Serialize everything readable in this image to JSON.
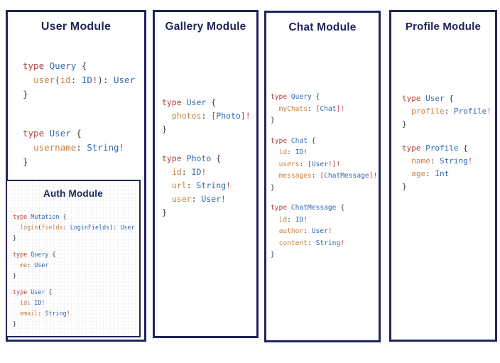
{
  "colors": {
    "navy": "#20255a",
    "keyword": "#b2413c",
    "type": "#3069af",
    "field": "#c9813e",
    "punct": "#3f3f3f",
    "bracket": "#b2413c"
  },
  "modules": {
    "user": {
      "title": "User Module",
      "blocks": [
        [
          [
            [
              "k",
              "type"
            ],
            [
              "p",
              " "
            ],
            [
              "t",
              "Query"
            ],
            [
              "p",
              " {"
            ]
          ],
          [
            [
              "p",
              "  "
            ],
            [
              "f",
              "user"
            ],
            [
              "p",
              "("
            ],
            [
              "f",
              "id"
            ],
            [
              "p",
              ": "
            ],
            [
              "t",
              "ID"
            ],
            [
              "b",
              "!"
            ],
            [
              "p",
              "): "
            ],
            [
              "t",
              "User"
            ]
          ],
          [
            [
              "p",
              "}"
            ]
          ]
        ],
        [
          [
            [
              "k",
              "type"
            ],
            [
              "p",
              " "
            ],
            [
              "t",
              "User"
            ],
            [
              "p",
              " {"
            ]
          ],
          [
            [
              "p",
              "  "
            ],
            [
              "f",
              "username"
            ],
            [
              "p",
              ": "
            ],
            [
              "t",
              "String"
            ],
            [
              "b",
              "!"
            ]
          ],
          [
            [
              "p",
              "}"
            ]
          ]
        ]
      ]
    },
    "auth": {
      "title": "Auth Module",
      "blocks": [
        [
          [
            [
              "k",
              "type"
            ],
            [
              "p",
              " "
            ],
            [
              "t",
              "Mutation"
            ],
            [
              "p",
              " {"
            ]
          ],
          [
            [
              "p",
              "  "
            ],
            [
              "f",
              "login"
            ],
            [
              "p",
              "("
            ],
            [
              "f",
              "fields"
            ],
            [
              "p",
              ": "
            ],
            [
              "t",
              "LoginFields"
            ],
            [
              "p",
              "): "
            ],
            [
              "t",
              "User"
            ]
          ],
          [
            [
              "p",
              "}"
            ]
          ]
        ],
        [
          [
            [
              "k",
              "type"
            ],
            [
              "p",
              " "
            ],
            [
              "t",
              "Query"
            ],
            [
              "p",
              " {"
            ]
          ],
          [
            [
              "p",
              "  "
            ],
            [
              "f",
              "me"
            ],
            [
              "p",
              ": "
            ],
            [
              "t",
              "User"
            ]
          ],
          [
            [
              "p",
              "}"
            ]
          ]
        ],
        [
          [
            [
              "k",
              "type"
            ],
            [
              "p",
              " "
            ],
            [
              "t",
              "User"
            ],
            [
              "p",
              " {"
            ]
          ],
          [
            [
              "p",
              "  "
            ],
            [
              "f",
              "id"
            ],
            [
              "p",
              ": "
            ],
            [
              "t",
              "ID"
            ],
            [
              "b",
              "!"
            ]
          ],
          [
            [
              "p",
              "  "
            ],
            [
              "f",
              "email"
            ],
            [
              "p",
              ": "
            ],
            [
              "t",
              "String"
            ],
            [
              "b",
              "!"
            ]
          ],
          [
            [
              "p",
              "}"
            ]
          ]
        ]
      ]
    },
    "gallery": {
      "title": "Gallery Module",
      "blocks": [
        [
          [
            [
              "k",
              "type"
            ],
            [
              "p",
              " "
            ],
            [
              "t",
              "User"
            ],
            [
              "p",
              " {"
            ]
          ],
          [
            [
              "p",
              "  "
            ],
            [
              "f",
              "photos"
            ],
            [
              "p",
              ": "
            ],
            [
              "b",
              "["
            ],
            [
              "t",
              "Photo"
            ],
            [
              "b",
              "]!"
            ]
          ],
          [
            [
              "p",
              "}"
            ]
          ]
        ],
        [
          [
            [
              "k",
              "type"
            ],
            [
              "p",
              " "
            ],
            [
              "t",
              "Photo"
            ],
            [
              "p",
              " {"
            ]
          ],
          [
            [
              "p",
              "  "
            ],
            [
              "f",
              "id"
            ],
            [
              "p",
              ": "
            ],
            [
              "t",
              "ID"
            ],
            [
              "b",
              "!"
            ]
          ],
          [
            [
              "p",
              "  "
            ],
            [
              "f",
              "url"
            ],
            [
              "p",
              ": "
            ],
            [
              "t",
              "String"
            ],
            [
              "b",
              "!"
            ]
          ],
          [
            [
              "p",
              "  "
            ],
            [
              "f",
              "user"
            ],
            [
              "p",
              ": "
            ],
            [
              "t",
              "User"
            ],
            [
              "b",
              "!"
            ]
          ],
          [
            [
              "p",
              "}"
            ]
          ]
        ]
      ]
    },
    "chat": {
      "title": "Chat Module",
      "blocks": [
        [
          [
            [
              "k",
              "type"
            ],
            [
              "p",
              " "
            ],
            [
              "t",
              "Query"
            ],
            [
              "p",
              " {"
            ]
          ],
          [
            [
              "p",
              "  "
            ],
            [
              "f",
              "myChats"
            ],
            [
              "p",
              ": "
            ],
            [
              "b",
              "["
            ],
            [
              "t",
              "Chat"
            ],
            [
              "b",
              "]!"
            ]
          ],
          [
            [
              "p",
              "}"
            ]
          ]
        ],
        [
          [
            [
              "k",
              "type"
            ],
            [
              "p",
              " "
            ],
            [
              "t",
              "Chat"
            ],
            [
              "p",
              " {"
            ]
          ],
          [
            [
              "p",
              "  "
            ],
            [
              "f",
              "id"
            ],
            [
              "p",
              ": "
            ],
            [
              "t",
              "ID"
            ],
            [
              "b",
              "!"
            ]
          ],
          [
            [
              "p",
              "  "
            ],
            [
              "f",
              "users"
            ],
            [
              "p",
              ": "
            ],
            [
              "b",
              "["
            ],
            [
              "t",
              "User"
            ],
            [
              "b",
              "!]!"
            ]
          ],
          [
            [
              "p",
              "  "
            ],
            [
              "f",
              "messages"
            ],
            [
              "p",
              ": "
            ],
            [
              "b",
              "["
            ],
            [
              "t",
              "ChatMessage"
            ],
            [
              "b",
              "]!"
            ]
          ],
          [
            [
              "p",
              "}"
            ]
          ]
        ],
        [
          [
            [
              "k",
              "type"
            ],
            [
              "p",
              " "
            ],
            [
              "t",
              "ChatMessage"
            ],
            [
              "p",
              " {"
            ]
          ],
          [
            [
              "p",
              "  "
            ],
            [
              "f",
              "id"
            ],
            [
              "p",
              ": "
            ],
            [
              "t",
              "ID"
            ],
            [
              "b",
              "!"
            ]
          ],
          [
            [
              "p",
              "  "
            ],
            [
              "f",
              "author"
            ],
            [
              "p",
              ": "
            ],
            [
              "t",
              "User"
            ],
            [
              "b",
              "!"
            ]
          ],
          [
            [
              "p",
              "  "
            ],
            [
              "f",
              "content"
            ],
            [
              "p",
              ": "
            ],
            [
              "t",
              "String"
            ],
            [
              "b",
              "!"
            ]
          ],
          [
            [
              "p",
              "}"
            ]
          ]
        ]
      ]
    },
    "profile": {
      "title": "Profile Module",
      "blocks": [
        [
          [
            [
              "k",
              "type"
            ],
            [
              "p",
              " "
            ],
            [
              "t",
              "User"
            ],
            [
              "p",
              " {"
            ]
          ],
          [
            [
              "p",
              "  "
            ],
            [
              "f",
              "profile"
            ],
            [
              "p",
              ": "
            ],
            [
              "t",
              "Profile"
            ],
            [
              "b",
              "!"
            ]
          ],
          [
            [
              "p",
              "}"
            ]
          ]
        ],
        [
          [
            [
              "k",
              "type"
            ],
            [
              "p",
              " "
            ],
            [
              "t",
              "Profile"
            ],
            [
              "p",
              " {"
            ]
          ],
          [
            [
              "p",
              "  "
            ],
            [
              "f",
              "name"
            ],
            [
              "p",
              ": "
            ],
            [
              "t",
              "String"
            ],
            [
              "b",
              "!"
            ]
          ],
          [
            [
              "p",
              "  "
            ],
            [
              "f",
              "age"
            ],
            [
              "p",
              ": "
            ],
            [
              "t",
              "Int"
            ]
          ],
          [
            [
              "p",
              "}"
            ]
          ]
        ]
      ]
    }
  }
}
